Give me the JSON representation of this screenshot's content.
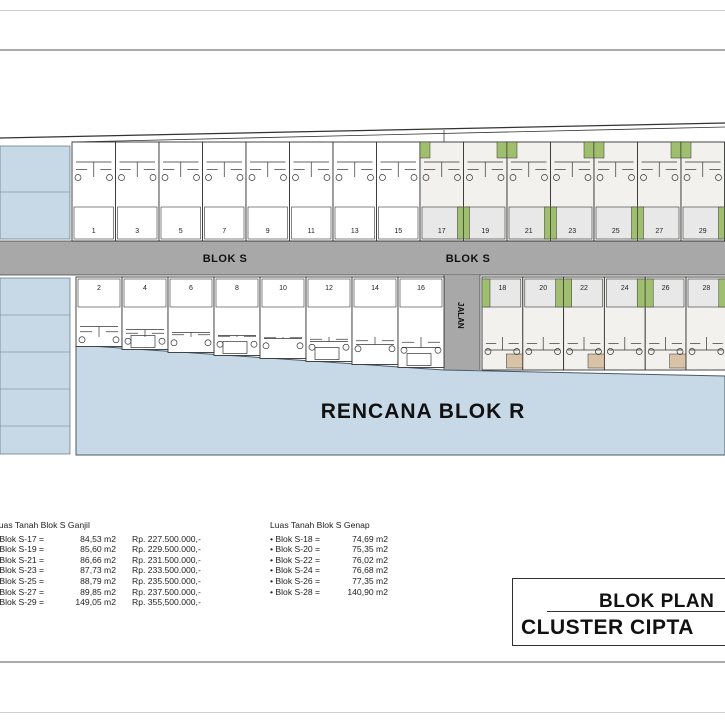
{
  "plan": {
    "road_label_left": "BLOK S",
    "road_label_right": "BLOK S",
    "jalan_label": "JALAN",
    "future_block_label": "RENCANA BLOK R",
    "top_row_numbers": [
      "1",
      "3",
      "5",
      "7",
      "9",
      "11",
      "13",
      "15",
      "17",
      "19",
      "21",
      "23",
      "25",
      "27",
      "29"
    ],
    "bottom_row_numbers": [
      "2",
      "4",
      "6",
      "8",
      "10",
      "12",
      "14",
      "16",
      "18",
      "20",
      "22",
      "24",
      "26",
      "28"
    ]
  },
  "ganjil": {
    "header": "Luas Tanah Blok S Ganjil",
    "rows": [
      {
        "name": "• Blok S-17 =",
        "area": "84,53 m2",
        "price": "Rp. 227.500.000,-"
      },
      {
        "name": "• Blok S-19 =",
        "area": "85,60 m2",
        "price": "Rp. 229.500.000,-"
      },
      {
        "name": "• Blok S-21 =",
        "area": "86,66 m2",
        "price": "Rp. 231.500.000,-"
      },
      {
        "name": "• Blok S-23 =",
        "area": "87,73 m2",
        "price": "Rp. 233.500.000,-"
      },
      {
        "name": "• Blok S-25 =",
        "area": "88,79 m2",
        "price": "Rp. 235.500.000,-"
      },
      {
        "name": "• Blok S-27 =",
        "area": "89,85 m2",
        "price": "Rp. 237.500.000,-"
      },
      {
        "name": "• Blok S-29 =",
        "area": "149,05 m2",
        "price": "Rp. 355,500.000,-"
      }
    ]
  },
  "genap": {
    "header": "Luas Tanah Blok S Genap",
    "rows": [
      {
        "name": "• Blok S-18 =",
        "area": "74,69 m2"
      },
      {
        "name": "• Blok S-20 =",
        "area": "75,35 m2"
      },
      {
        "name": "• Blok S-22 =",
        "area": "76,02 m2"
      },
      {
        "name": "• Blok S-24 =",
        "area": "76,68 m2"
      },
      {
        "name": "• Blok S-26 =",
        "area": "77,35 m2"
      },
      {
        "name": "• Blok S-28 =",
        "area": "140,90 m2"
      }
    ]
  },
  "title": {
    "line1": "BLOK PLAN",
    "line2": "CLUSTER CIPTA"
  },
  "colors": {
    "future_block": "#c7d9e6",
    "road": "#a8a8a8",
    "green_plot": "#9fbf6e",
    "tan_plot": "#d9c3a6",
    "paving": "#e8e8e8",
    "outline": "#333333"
  }
}
